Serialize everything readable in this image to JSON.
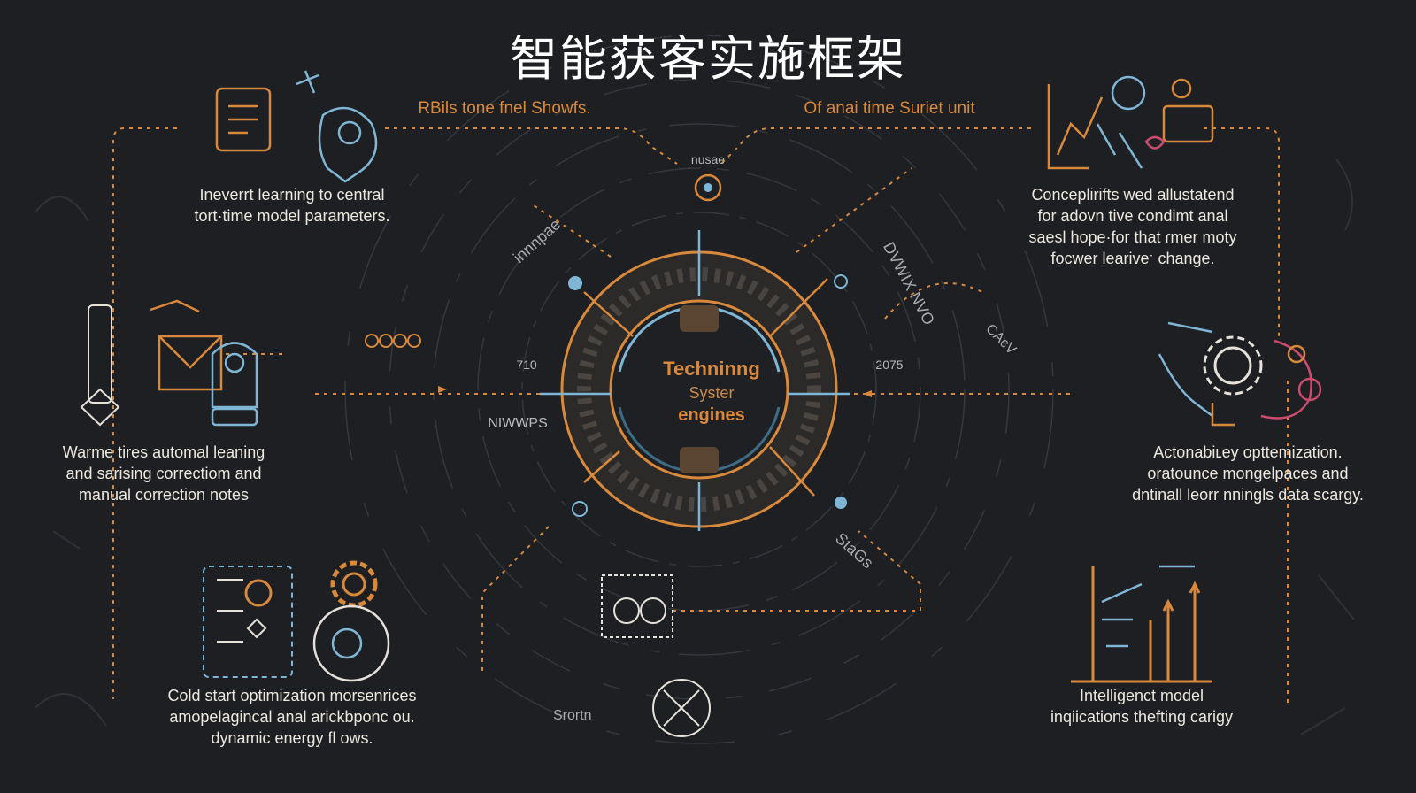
{
  "title": "智能获客实施框架",
  "top_labels": {
    "left": "RBils tone fnel Showfs.",
    "right": "Of anai time Suriet unit",
    "center_small": "nusae"
  },
  "hub": {
    "line1": "Techninng",
    "line2": "Syster",
    "line3": "engines",
    "left_label": "NIWWPS",
    "left_num": "710",
    "right_num": "2075"
  },
  "rotated_labels": {
    "upper_left": "innnpae",
    "upper_right": "DVWIX NVO",
    "right_mid": "CAcV",
    "lower_right": "StaGs",
    "bottom": "Srortn"
  },
  "blocks": {
    "top_left": [
      "Ineverrt learning to central",
      "tort·time model parameters."
    ],
    "top_right": [
      "Conceplirifts wed allustatend",
      "for adovn tive condimt anal",
      "saesl hope·for that ɾmer moty",
      "focwer leariveˑ change."
    ],
    "mid_left": [
      "Warme tires automal leaning",
      "and sarising correctiom and",
      "manual correction notes"
    ],
    "mid_right": [
      "Actonabiʟey opttemization.",
      "oratounce mongelpaces and",
      "dntinall leorr nningls data scargy."
    ],
    "bottom_left": [
      "Cold start optimization morsenrices",
      "amopelagincal anal arickbponc ou.",
      "dynamic energy fl ows."
    ],
    "bottom_right": [
      "Intelligenct model",
      "inqiications thefting carigy"
    ]
  },
  "colors": {
    "background": "#1d1f22",
    "orange": "#d9893c",
    "blue": "#7fb6d6",
    "magenta": "#c94b6d",
    "line": "#3a3d42"
  }
}
